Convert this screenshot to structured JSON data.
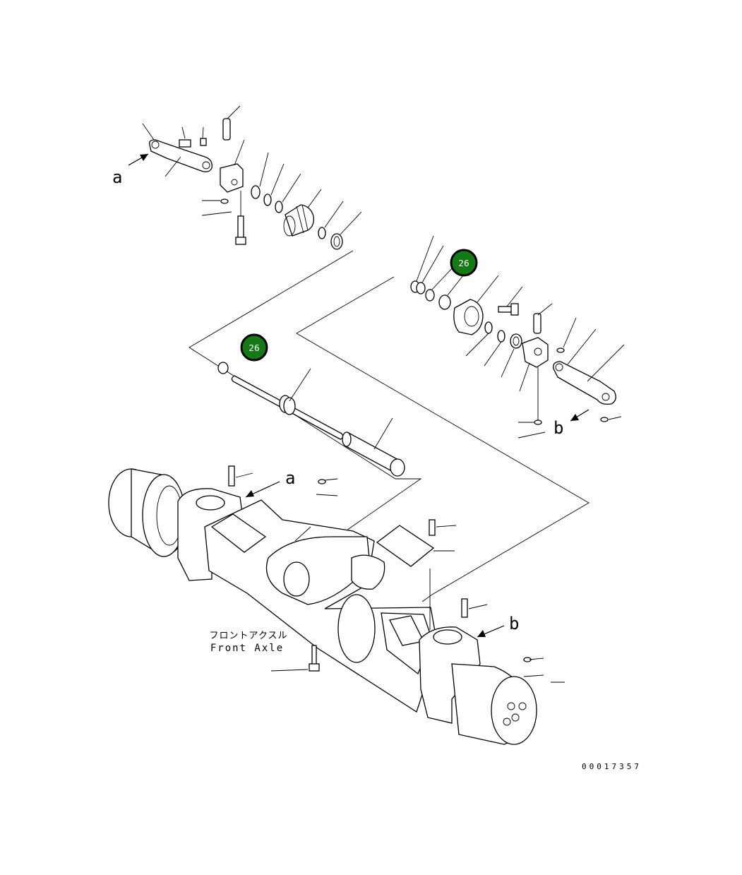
{
  "callouts": [
    {
      "id": "callout-26-lower",
      "label": "26",
      "color": "#157a15"
    },
    {
      "id": "callout-26-upper",
      "label": "26",
      "color": "#157a15"
    }
  ],
  "view_markers": {
    "a_top": "a",
    "a_mid": "a",
    "b_right": "b",
    "b_mid": "b"
  },
  "assembly_label_jp": "フロントアクスル",
  "assembly_label_en": "Front Axle",
  "drawing_number": "00017357"
}
